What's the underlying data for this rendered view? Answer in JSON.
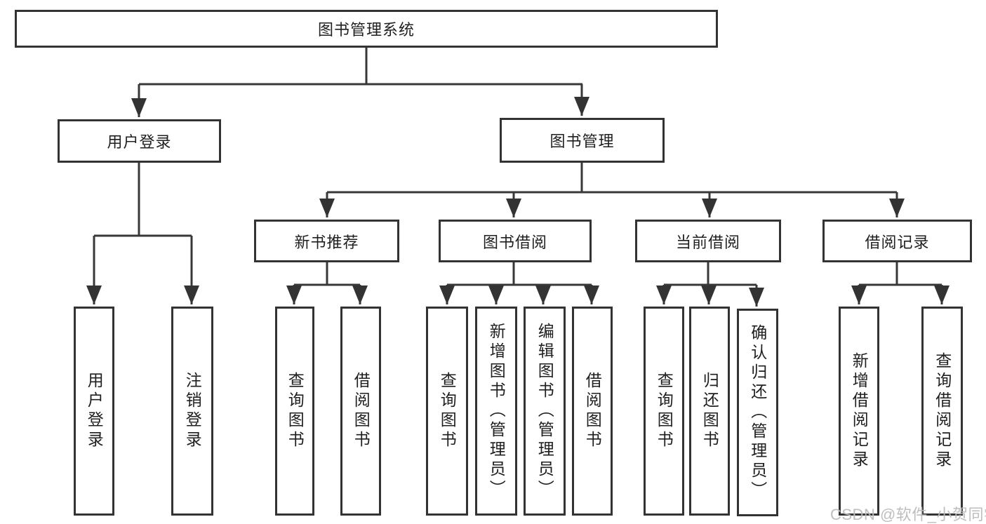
{
  "diagram": {
    "root": {
      "label": "图书管理系统"
    },
    "branches": {
      "user_login": {
        "label": "用户登录"
      },
      "book_management": {
        "label": "图书管理"
      }
    },
    "groups": {
      "new_book_recommend": {
        "label": "新书推荐"
      },
      "book_borrowing": {
        "label": "图书借阅"
      },
      "current_borrowing": {
        "label": "当前借阅"
      },
      "borrowing_records": {
        "label": "借阅记录"
      }
    },
    "leaves": {
      "user_login": {
        "label": "用户登录"
      },
      "logout": {
        "label": "注销登录"
      },
      "recommend_query_books": {
        "label": "查询图书"
      },
      "recommend_borrow_books": {
        "label": "借阅图书"
      },
      "borrowing_query_books": {
        "label": "查询图书"
      },
      "borrowing_add_books_admin": {
        "label": "新增图书（管理员）"
      },
      "borrowing_edit_books_admin": {
        "label": "编辑图书（管理员）"
      },
      "borrowing_borrow_books": {
        "label": "借阅图书"
      },
      "current_query_books": {
        "label": "查询图书"
      },
      "current_return_books": {
        "label": "归还图书"
      },
      "current_confirm_return_admin": {
        "label": "确认归还（管理员）"
      },
      "records_add_record": {
        "label": "新增借阅记录"
      },
      "records_query_record": {
        "label": "查询借阅记录"
      }
    }
  },
  "watermark": {
    "text": "CSDN @软件_小贺同学"
  },
  "colors": {
    "line": "#383838",
    "text": "#1f1f1f",
    "watermark": "#bbbbbb"
  }
}
